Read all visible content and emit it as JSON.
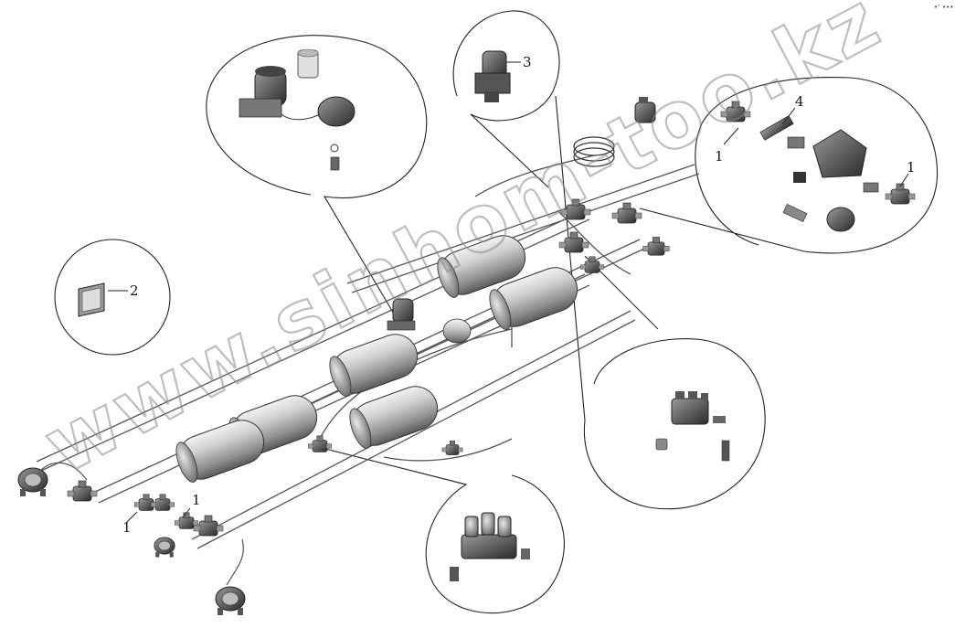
{
  "callouts": {
    "c1a": "1",
    "c1b": "1",
    "c1c": "1",
    "c1d": "1",
    "c2": "2",
    "c3": "3",
    "c4": "4"
  },
  "watermark": "www.sinhom-too.kz",
  "corner_mark": "•″ •••"
}
